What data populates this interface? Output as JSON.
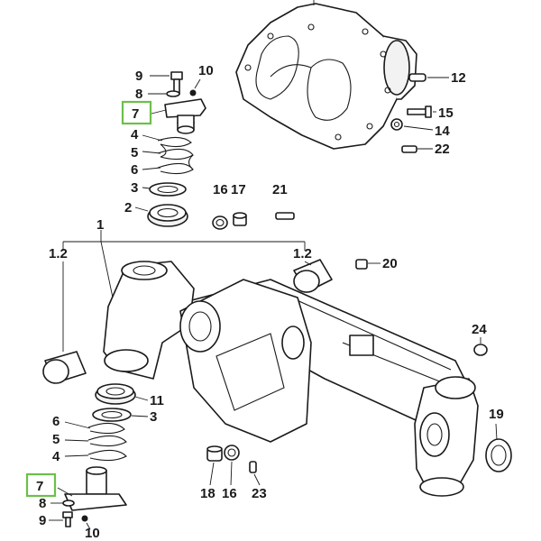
{
  "diagram": {
    "callouts": {
      "c9_top": "9",
      "c10_top": "10",
      "c8_top": "8",
      "c7_top": "7",
      "c4_top": "4",
      "c5_top": "5",
      "c6_top": "6",
      "c3_top": "3",
      "c2": "2",
      "c16_top": "16",
      "c17": "17",
      "c21": "21",
      "c12": "12",
      "c15": "15",
      "c14": "14",
      "c22": "22",
      "c1": "1",
      "c12_left": "1.2",
      "c12_right": "1.2",
      "c20": "20",
      "c24": "24",
      "c11": "11",
      "c3_bot": "3",
      "c6_bot": "6",
      "c5_bot": "5",
      "c4_bot": "4",
      "c19": "19",
      "c7_bot": "7",
      "c8_bot": "8",
      "c9_bot": "9",
      "c10_bot": "10",
      "c18": "18",
      "c16_bot": "16",
      "c23": "23"
    },
    "highlight_color": "#6cc04a"
  }
}
